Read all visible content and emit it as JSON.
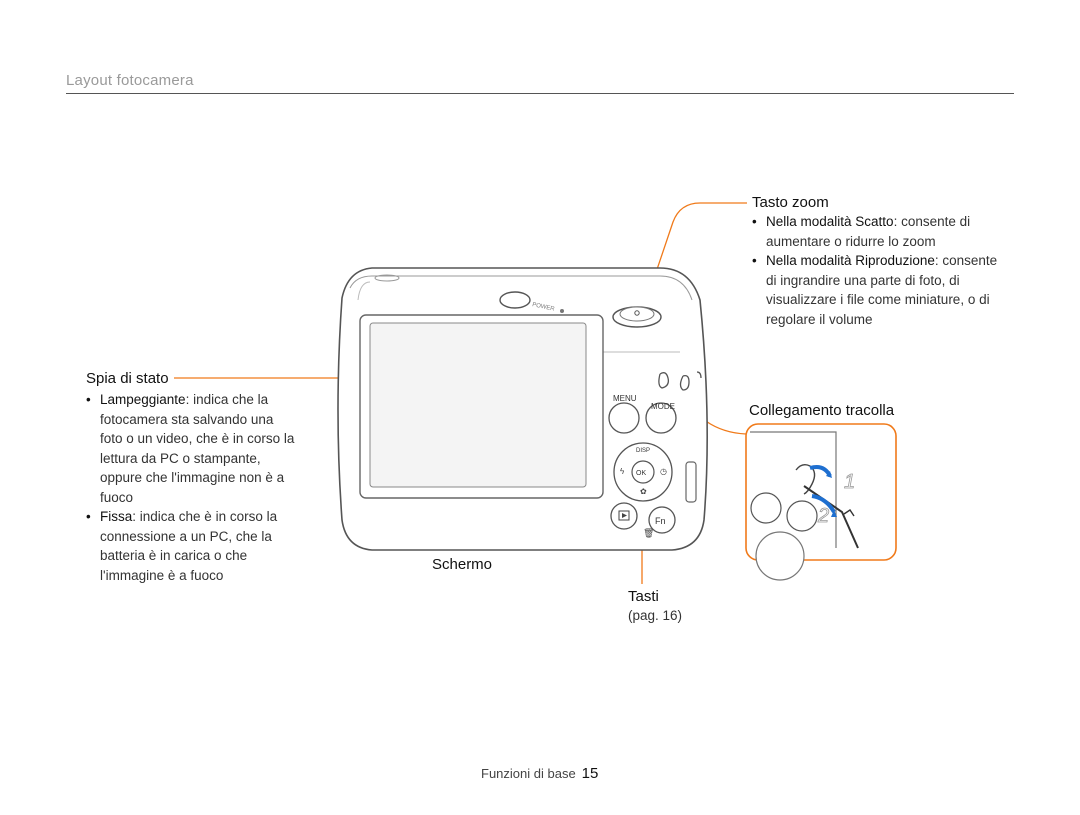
{
  "section": {
    "title": "Layout fotocamera"
  },
  "callouts": {
    "zoom": {
      "label": "Tasto zoom",
      "items": [
        {
          "strong": "Nella modalità Scatto",
          "rest": ": consente di aumentare o ridurre lo zoom"
        },
        {
          "strong": "Nella modalità Riproduzione",
          "rest": ": consente di ingrandire una parte di foto, di visualizzare i file come miniature, o di regolare il volume"
        }
      ]
    },
    "status_lamp": {
      "label": "Spia di stato",
      "items": [
        {
          "strong": "Lampeggiante",
          "rest": ": indica che la fotocamera sta salvando una foto o un video, che è in corso la lettura da PC o stampante, oppure che l'immagine non è a fuoco"
        },
        {
          "strong": "Fissa",
          "rest": ": indica che è in corso la connessione a un PC, che la batteria è in carica o che l'immagine è a fuoco"
        }
      ]
    },
    "strap": {
      "label": "Collegamento tracolla"
    },
    "screen": {
      "label": "Schermo"
    },
    "buttons": {
      "label": "Tasti",
      "ref": "(pag. 16)"
    }
  },
  "camera": {
    "power_label": "POWER",
    "menu_label": "MENU",
    "mode_label": "MODE",
    "disp_label": "DISP",
    "ok_label": "OK",
    "fn_label": "Fn"
  },
  "strap_detail": {
    "step1": "1",
    "step2": "2"
  },
  "footer": {
    "text": "Funzioni di base",
    "page": "15"
  },
  "colors": {
    "accent": "#f07a1a",
    "step_blue": "#1e6fd0"
  }
}
